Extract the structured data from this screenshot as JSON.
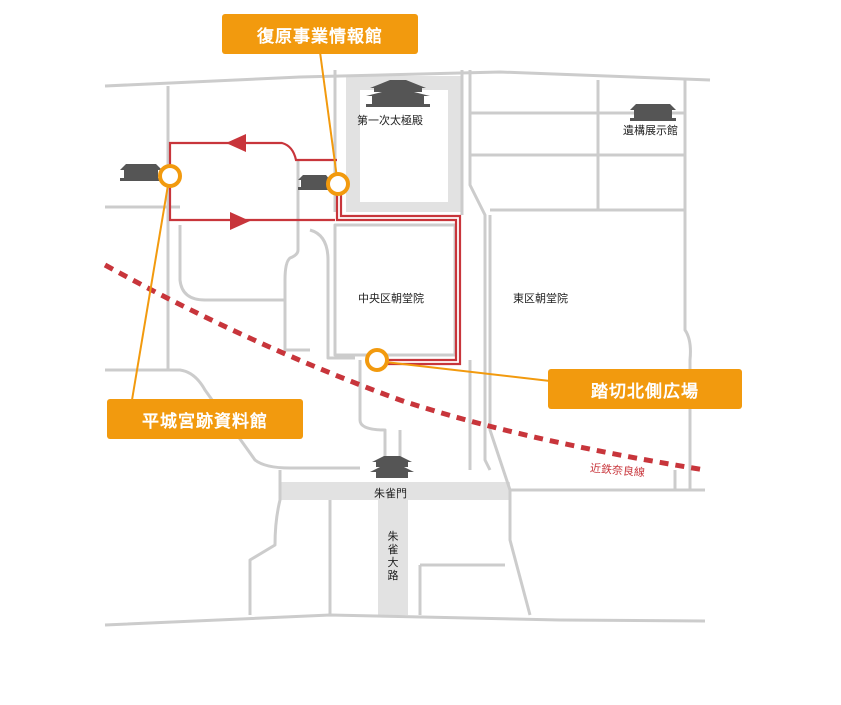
{
  "labels": {
    "fukugen": "復原事業情報館",
    "heijo_shiryokan": "平城宮跡資料館",
    "fumikiri": "踏切北側広場"
  },
  "places": {
    "daigokuden": "第一次太極殿",
    "ikou": "遺構展示館",
    "chuo": "中央区朝堂院",
    "higashi": "東区朝堂院",
    "suzakumon": "朱雀門",
    "suzaku_oji": "朱雀大路",
    "railway": "近鉄奈良線"
  },
  "icons": [
    "building-icon"
  ],
  "colors": {
    "road": "#cccccc",
    "wide_road": "#e2e2e2",
    "route": "#c8353b",
    "railway": "#c8353b",
    "marker": "#f29a0e",
    "label_bg": "#f29a0e"
  }
}
